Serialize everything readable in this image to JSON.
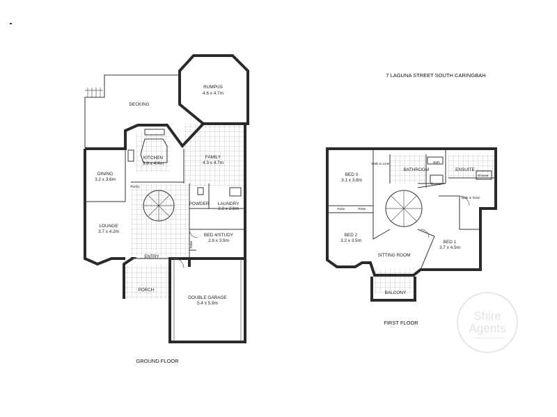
{
  "address": "7 LAGUNA STREET SOUTH CARINGBAH",
  "ground_floor": {
    "title": "GROUND FLOOR",
    "rooms": {
      "rumpus": {
        "name": "RUMPUS",
        "size": "4.6 x 4.7m"
      },
      "decking": {
        "name": "DECKING"
      },
      "kitchen": {
        "name": "KITCHEN",
        "size": "3.6 x 4.4m"
      },
      "family": {
        "name": "FAMILY",
        "size": "4.3 x 4.7m"
      },
      "dining": {
        "name": "DINING",
        "size": "3.2 x 3.6m"
      },
      "pantry": {
        "name": "Pantry"
      },
      "powder": {
        "name": "POWDER"
      },
      "laundry": {
        "name": "LAUNDRY",
        "size": "2.2 x 2.6m"
      },
      "lounge": {
        "name": "LOUNGE",
        "size": "3.7 x 4.2m"
      },
      "bed4": {
        "name": "BED 4/STUDY",
        "size": "2.8 x 3.9m"
      },
      "robe": {
        "name": "Robe"
      },
      "entry": {
        "name": "ENTRY"
      },
      "porch": {
        "name": "PORCH"
      },
      "garage": {
        "name": "DOUBLE GARAGE",
        "size": "5.4 x 5.9m"
      }
    }
  },
  "first_floor": {
    "title": "FIRST FLOOR",
    "rooms": {
      "bed3": {
        "name": "BED 3",
        "size": "3.1 x 3.8m"
      },
      "walk_in_linen": {
        "name": "Walk in Linen"
      },
      "bathroom": {
        "name": "BATHROOM"
      },
      "bath": {
        "name": "Bath"
      },
      "shower_bath": {
        "name": "Shower"
      },
      "ensuite": {
        "name": "ENSUITE"
      },
      "shower_ens": {
        "name": "Shower"
      },
      "robe_a": {
        "name": "Robe"
      },
      "robe_b": {
        "name": "Robe"
      },
      "walk_in_robe": {
        "name": "Walk in Robe"
      },
      "bed2": {
        "name": "BED 2",
        "size": "3.2 x 3.5m"
      },
      "sitting": {
        "name": "SITTING ROOM"
      },
      "bed1": {
        "name": "BED 1",
        "size": "3.7 x 4.5m"
      },
      "balcony": {
        "name": "BALCONY"
      }
    }
  },
  "watermark": {
    "line1": "Shire",
    "line2": "Agents"
  }
}
